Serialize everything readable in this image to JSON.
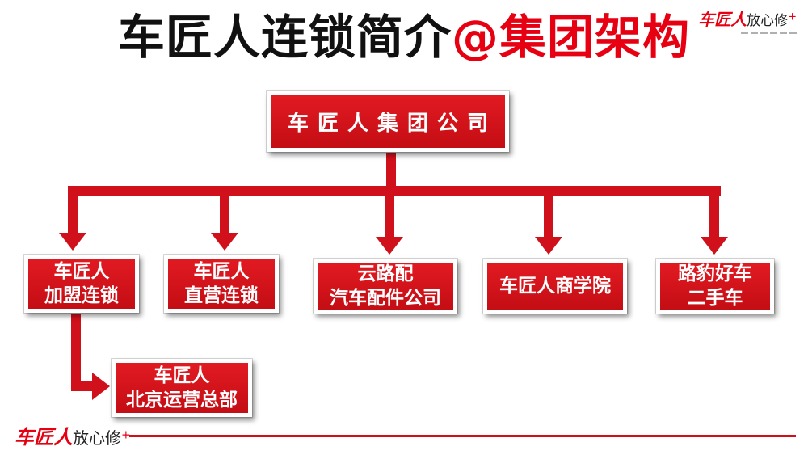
{
  "header": {
    "title_black": "车匠人连锁简介",
    "title_red": "@集团架构"
  },
  "brand": {
    "name": "车匠人",
    "suffix": "放心修",
    "plus": "+"
  },
  "org_chart": {
    "root": {
      "label": "车匠人集团公司"
    },
    "children": [
      {
        "line1": "车匠人",
        "line2": "加盟连锁"
      },
      {
        "line1": "车匠人",
        "line2": "直营连锁"
      },
      {
        "line1": "云路配",
        "line2": "汽车配件公司"
      },
      {
        "line1": "车匠人商学院",
        "line2": ""
      },
      {
        "line1": "路豹好车",
        "line2": "二手车"
      }
    ],
    "sub_child": {
      "parent_index": 0,
      "line1": "车匠人",
      "line2": "北京运营总部"
    }
  },
  "colors": {
    "accent": "#e60012",
    "node_fill": "#d41219",
    "connector": "#d0101a"
  }
}
